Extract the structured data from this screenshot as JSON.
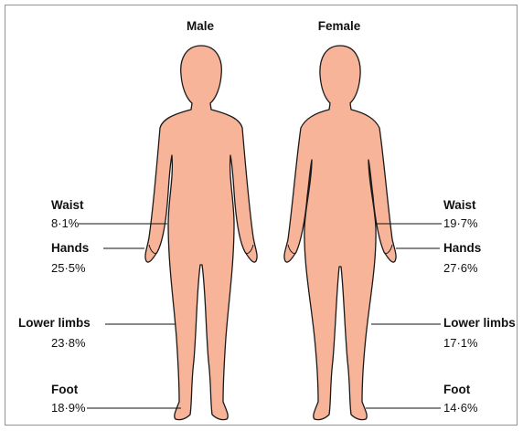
{
  "figures": {
    "male": {
      "title": "Male",
      "labels": [
        {
          "id": "waist",
          "name": "Waist",
          "value": "8·1%"
        },
        {
          "id": "hands",
          "name": "Hands",
          "value": "25·5%"
        },
        {
          "id": "lower-limbs",
          "name": "Lower limbs",
          "value": "23·8%"
        },
        {
          "id": "foot",
          "name": "Foot",
          "value": "18·9%"
        }
      ]
    },
    "female": {
      "title": "Female",
      "labels": [
        {
          "id": "waist",
          "name": "Waist",
          "value": "19·7%"
        },
        {
          "id": "hands",
          "name": "Hands",
          "value": "27·6%"
        },
        {
          "id": "lower-limbs",
          "name": "Lower limbs",
          "value": "17·1%"
        },
        {
          "id": "foot",
          "name": "Foot",
          "value": "14·6%"
        }
      ]
    }
  },
  "colors": {
    "body_fill": "#f8b498",
    "border": "#c07aa0",
    "text": "#111111"
  }
}
